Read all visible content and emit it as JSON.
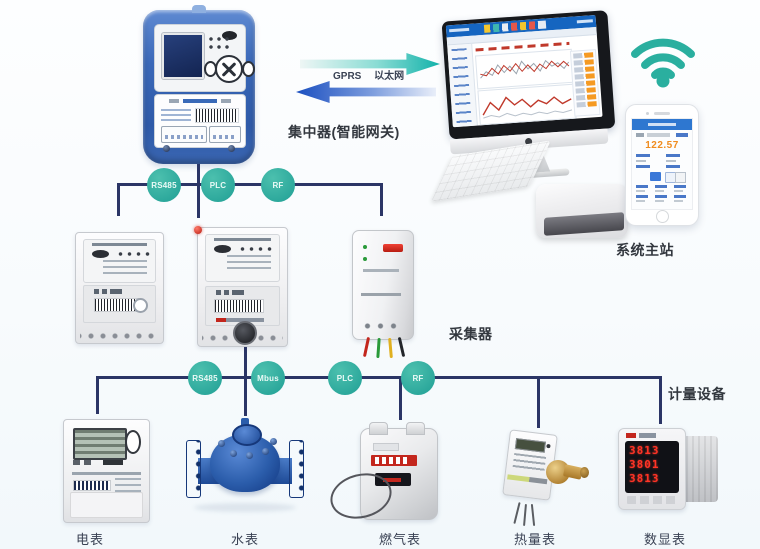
{
  "labels": {
    "concentrator": "集中器(智能网关)",
    "gprs": "GPRS",
    "ethernet": "以太网",
    "master_station": "系统主站",
    "collector": "采集器",
    "metering_devices": "计量设备"
  },
  "top_bus": {
    "nodes": [
      {
        "label": "RS485"
      },
      {
        "label": "PLC"
      },
      {
        "label": "RF"
      }
    ]
  },
  "bottom_bus": {
    "nodes": [
      {
        "label": "RS485"
      },
      {
        "label": "Mbus"
      },
      {
        "label": "PLC"
      },
      {
        "label": "RF"
      }
    ]
  },
  "meters": [
    {
      "label": "电表"
    },
    {
      "label": "水表"
    },
    {
      "label": "燃气表"
    },
    {
      "label": "热量表"
    },
    {
      "label": "数显表"
    }
  ],
  "phone": {
    "reading": "122.57"
  },
  "digital_meter": {
    "rows": [
      "3813",
      "3801",
      "3813"
    ]
  },
  "colors": {
    "bus_line": "#2b3566",
    "bus_node": "#2ba79b",
    "uplink_arrow": "#12b2aa",
    "downlink_arrow": "#1b4fc0",
    "wifi": "#2aaf9f",
    "phone_reading": "#f08c1e",
    "seg_display": "#ff3326"
  }
}
